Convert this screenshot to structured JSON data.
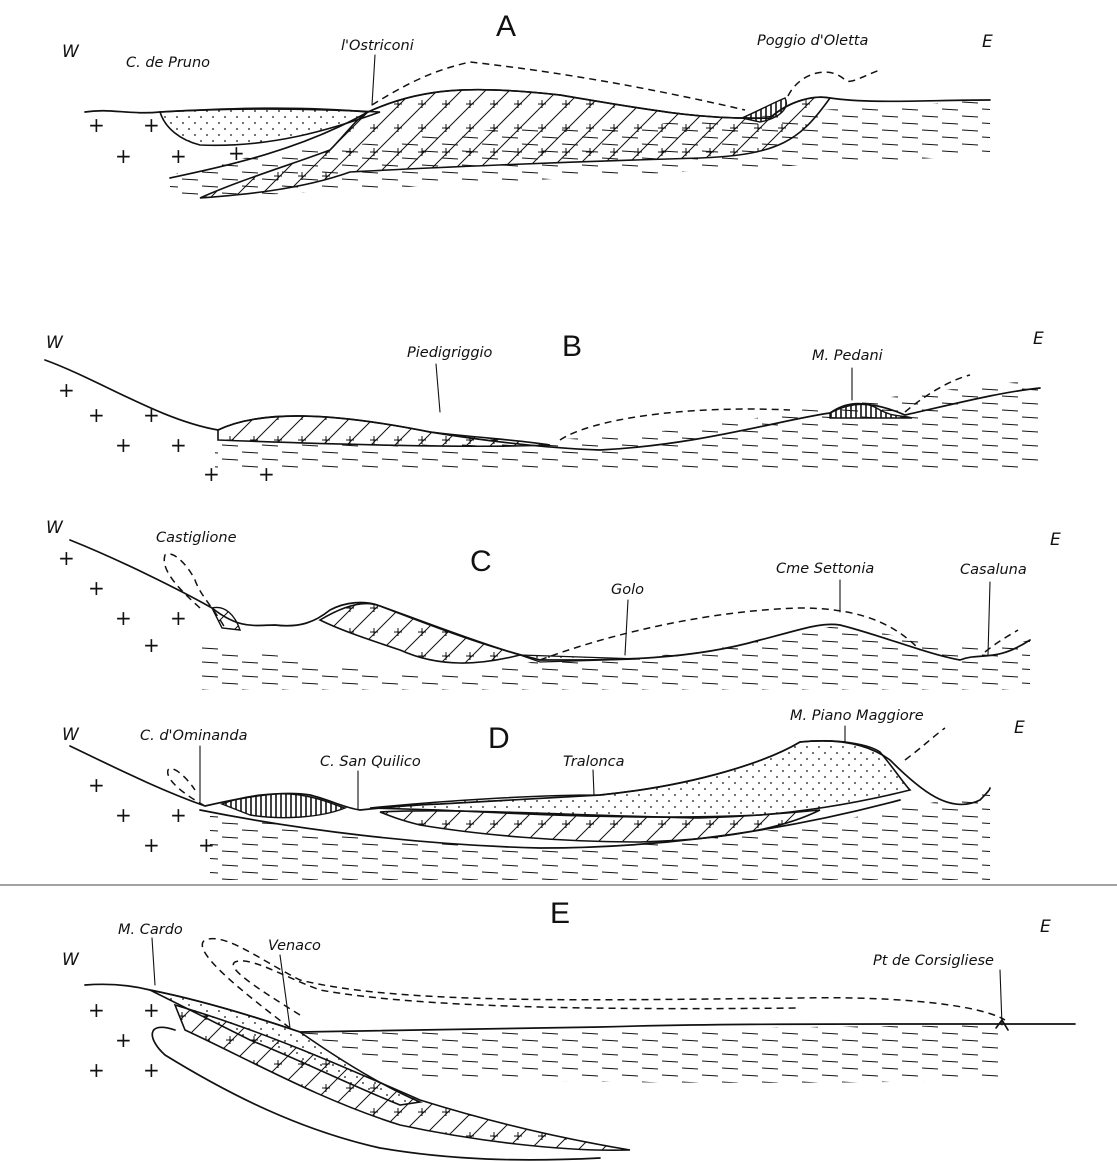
{
  "sections": [
    {
      "id": "A",
      "title": "A",
      "west": "W",
      "east": "E",
      "places": [
        "C. de Pruno",
        "l'Ostriconi",
        "Poggio d'Oletta"
      ]
    },
    {
      "id": "B",
      "title": "B",
      "west": "W",
      "east": "E",
      "places": [
        "Piedigriggio",
        "M. Pedani"
      ]
    },
    {
      "id": "C",
      "title": "C",
      "west": "W",
      "east": "E",
      "places": [
        "Castiglione",
        "Golo",
        "Cme Settonia",
        "Casaluna"
      ]
    },
    {
      "id": "D",
      "title": "D",
      "west": "W",
      "east": "E",
      "places": [
        "C. d'Ominanda",
        "C. San Quilico",
        "Tralonca",
        "M. Piano Maggiore"
      ]
    },
    {
      "id": "E",
      "title": "E",
      "west": "W",
      "east": "E",
      "places": [
        "M. Cardo",
        "Venaco",
        "Pt de Corsigliese"
      ]
    }
  ]
}
